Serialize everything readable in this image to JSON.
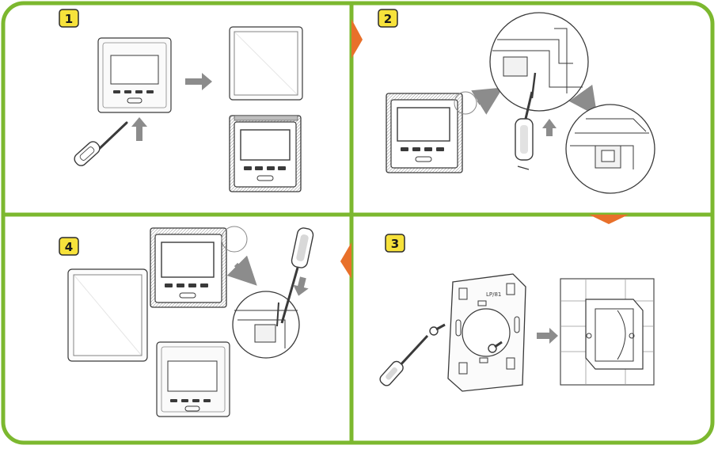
{
  "colors": {
    "frame": "#7cb82f",
    "badge_fill": "#f7e23b",
    "badge_stroke": "#2b2b2b",
    "pointer": "#e8702a",
    "line": "#3a3a3a",
    "arrow": "#8c8c8c",
    "device_dark": "#4a4a4a"
  },
  "panels": [
    {
      "id": "p1",
      "step": "1",
      "arrow_icon": "gray-right-arrow-icon",
      "tool_icon": "screwdriver-icon"
    },
    {
      "id": "p2",
      "step": "2",
      "arrow_icon": "gray-diagonal-arrow-icon",
      "tool_icon": "screwdriver-icon"
    },
    {
      "id": "p3",
      "step": "3",
      "arrow_icon": "gray-right-arrow-icon",
      "tool_icon": "screwdriver-icon"
    },
    {
      "id": "p4",
      "step": "4",
      "arrow_icon": "gray-diagonal-arrow-icon",
      "tool_icon": "screwdriver-icon"
    }
  ],
  "plate_label": "LP/81",
  "flow_pointers": [
    "right",
    "down",
    "left"
  ]
}
